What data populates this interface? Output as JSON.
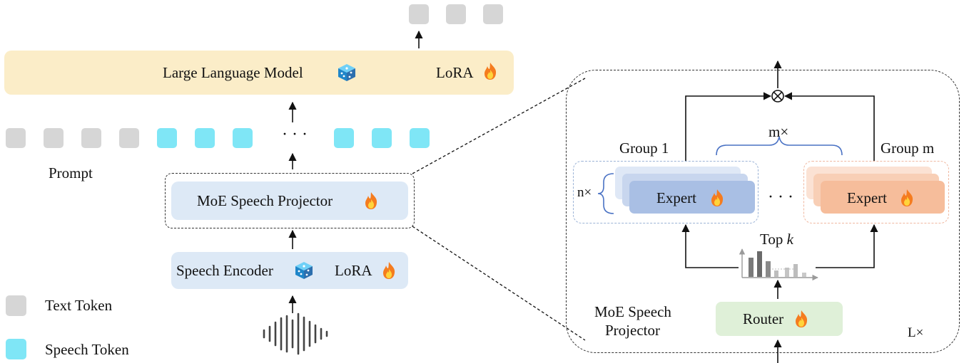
{
  "llm": {
    "label": "Large Language Model",
    "lora": "LoRA"
  },
  "tokens": {
    "ellipsis": "· · ·",
    "prompt_label": "Prompt"
  },
  "projector": {
    "label": "MoE Speech Projector"
  },
  "encoder": {
    "label": "Speech Encoder",
    "lora": "LoRA"
  },
  "legend": {
    "text_token": "Text Token",
    "speech_token": "Speech Token"
  },
  "detail": {
    "group1": "Group 1",
    "groupm": "Group m",
    "m_times": "m×",
    "n_times": "n×",
    "expert": "Expert",
    "ellipsis": "· · ·",
    "topk_prefix": "Top ",
    "topk_var": "k",
    "title_line1": "MoE Speech",
    "title_line2": "Projector",
    "router": "Router",
    "layers": "L×"
  },
  "colors": {
    "llm_bg": "#fbedc8",
    "projector_bg": "#dde9f6",
    "text_token": "#d6d6d6",
    "speech_token": "#7fe6f6",
    "expert_blue": "#a9bfe4",
    "expert_orange": "#f6bd9b",
    "router_bg": "#dff0d8"
  },
  "icons": [
    "frozen-cube-icon",
    "fire-icon"
  ]
}
